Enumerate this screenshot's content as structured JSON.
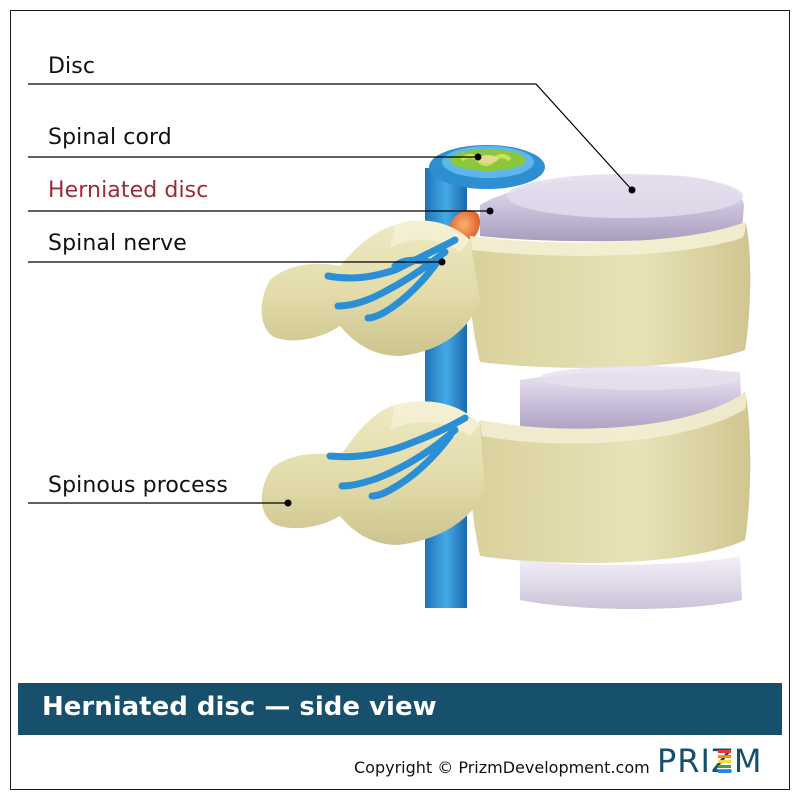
{
  "labels": {
    "disc": "Disc",
    "spinal_cord": "Spinal cord",
    "herniated_disc": "Herniated disc",
    "spinal_nerve": "Spinal nerve",
    "spinous_process": "Spinous process"
  },
  "banner": {
    "title": "Herniated disc — side view"
  },
  "footer": {
    "copyright": "Copyright © PrizmDevelopment.com",
    "logo": "PRIZM"
  },
  "colors": {
    "bone": "#e3dcae",
    "disc": "#cdc3dd",
    "nerve": "#2b8fd6",
    "herniation": "#e26a2c",
    "banner": "#16506d",
    "highlight_label": "#9b2b3a"
  }
}
